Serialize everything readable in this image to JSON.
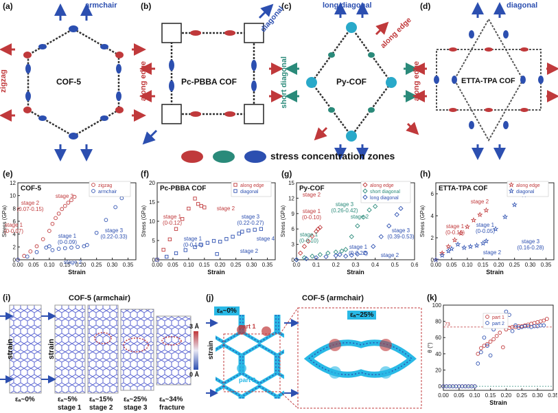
{
  "panels": {
    "a": {
      "tag": "(a)",
      "name": "COF-5",
      "dir1": "armchair",
      "dir2": "zigzag"
    },
    "b": {
      "tag": "(b)",
      "name": "Pc-PBBA COF",
      "dir1": "diagonal",
      "dir2": "along edge"
    },
    "c": {
      "tag": "(c)",
      "name": "Py-COF",
      "dir1": "long diagonal",
      "dir2": "along edge",
      "dir3": "short diagonal"
    },
    "d": {
      "tag": "(d)",
      "name": "ETTA-TPA COF",
      "dir1": "diagonal",
      "dir2": "along edge"
    }
  },
  "zones": {
    "label": "stress concentration zones",
    "colors": [
      "#c0393b",
      "#2a8a7a",
      "#2c4fb0"
    ]
  },
  "colors": {
    "red": "#c0393b",
    "teal": "#2a8a7a",
    "blue": "#2c4fb0",
    "cyan": "#29b9e6"
  },
  "chart_data": [
    {
      "id": "e",
      "tag": "(e)",
      "type": "scatter",
      "title": "COF-5",
      "xlabel": "Strain",
      "ylabel": "Stress (GPa)",
      "xlim": [
        0,
        0.375
      ],
      "ylim": [
        0,
        12
      ],
      "xticks": [
        "0.00",
        "0.05",
        "0.10",
        "0.15",
        "0.20",
        "0.25",
        "0.30",
        "0.35"
      ],
      "yticks": [
        "0",
        "2",
        "4",
        "6",
        "8",
        "10",
        "12"
      ],
      "series": [
        {
          "name": "zigzag",
          "color": "#c0393b",
          "marker": "circle",
          "x": [
            0,
            0.02,
            0.04,
            0.06,
            0.08,
            0.1,
            0.11,
            0.12,
            0.13,
            0.14,
            0.15,
            0.16,
            0.17,
            0.18
          ],
          "y": [
            0,
            0.6,
            1.3,
            2.1,
            3.2,
            4.5,
            5.6,
            6.5,
            7.2,
            7.9,
            8.4,
            8.9,
            9.3,
            9.8
          ]
        },
        {
          "name": "armchair",
          "color": "#2c4fb0",
          "marker": "circle",
          "x": [
            0,
            0.03,
            0.06,
            0.09,
            0.1,
            0.11,
            0.13,
            0.15,
            0.17,
            0.19,
            0.21,
            0.22,
            0.25,
            0.28,
            0.31,
            0.33,
            0.345
          ],
          "y": [
            0,
            0.5,
            1.2,
            1.9,
            2.1,
            1.5,
            1.7,
            1.8,
            1.9,
            2.0,
            2.1,
            2.3,
            4.2,
            6.2,
            8.2,
            9.6,
            10.4
          ]
        }
      ],
      "annotations": [
        {
          "text": "stage 1",
          "sub": "(0-0.07)",
          "color": "#c0393b"
        },
        {
          "text": "stage 2",
          "sub": "(0.07-0.15)",
          "color": "#c0393b"
        },
        {
          "text": "stage 3",
          "sub": "",
          "color": "#c0393b"
        },
        {
          "text": "stage 1",
          "sub": "(0-0.09)",
          "color": "#2c4fb0"
        },
        {
          "text": "stage 2",
          "sub": "",
          "color": "#2c4fb0"
        },
        {
          "text": "stage 3",
          "sub": "(0.22-0.33)",
          "color": "#2c4fb0"
        }
      ]
    },
    {
      "id": "f",
      "tag": "(f)",
      "type": "scatter",
      "title": "Pc-PBBA COF",
      "xlabel": "Strain",
      "ylabel": "Stress (GPa)",
      "xlim": [
        0,
        0.375
      ],
      "ylim": [
        0,
        20
      ],
      "xticks": [
        "0.00",
        "0.05",
        "0.10",
        "0.15",
        "0.20",
        "0.25",
        "0.30",
        "0.35"
      ],
      "yticks": [
        "0",
        "5",
        "10",
        "15",
        "20"
      ],
      "series": [
        {
          "name": "along edge",
          "color": "#c0393b",
          "marker": "square",
          "x": [
            0,
            0.02,
            0.04,
            0.06,
            0.08,
            0.1,
            0.12,
            0.13,
            0.14,
            0.15
          ],
          "y": [
            0,
            2.6,
            5.3,
            8.0,
            10.6,
            13.3,
            15.9,
            14.5,
            14.0,
            13.6
          ]
        },
        {
          "name": "diagonal",
          "color": "#2c4fb0",
          "marker": "square",
          "x": [
            0,
            0.03,
            0.06,
            0.09,
            0.12,
            0.14,
            0.16,
            0.18,
            0.19,
            0.2,
            0.22,
            0.24,
            0.26,
            0.27,
            0.29,
            0.31,
            0.33
          ],
          "y": [
            0,
            0.8,
            1.7,
            2.5,
            3.3,
            3.9,
            4.4,
            4.9,
            1.5,
            4.7,
            5.4,
            6.0,
            6.8,
            7.3,
            7.6,
            7.8,
            8.0
          ]
        }
      ],
      "annotations": [
        {
          "text": "stage 1",
          "sub": "(0-0.12)",
          "color": "#c0393b"
        },
        {
          "text": "stage 2",
          "sub": "",
          "color": "#c0393b"
        },
        {
          "text": "stage 1",
          "sub": "(0-0.14)",
          "color": "#2c4fb0"
        },
        {
          "text": "stage 3",
          "sub": "(0.22-0.27)",
          "color": "#2c4fb0"
        },
        {
          "text": "stage 2",
          "sub": "",
          "color": "#2c4fb0"
        },
        {
          "text": "stage 4",
          "sub": "",
          "color": "#2c4fb0"
        }
      ]
    },
    {
      "id": "g",
      "tag": "(g)",
      "type": "scatter",
      "title": "Py-COF",
      "xlabel": "Strain",
      "ylabel": "Stress (GPa)",
      "xlim": [
        0,
        0.6
      ],
      "ylim": [
        0,
        15
      ],
      "xticks": [
        "0.0",
        "0.1",
        "0.2",
        "0.3",
        "0.4",
        "0.5",
        "0.6"
      ],
      "yticks": [
        "0",
        "3",
        "6",
        "9",
        "12",
        "15"
      ],
      "series": [
        {
          "name": "along edge",
          "color": "#c0393b",
          "marker": "diamond",
          "x": [
            0,
            0.02,
            0.04,
            0.06,
            0.08,
            0.1,
            0.11,
            0.12
          ],
          "y": [
            0,
            1.3,
            2.6,
            3.6,
            4.6,
            5.5,
            6.0,
            6.3
          ]
        },
        {
          "name": "short diagonal",
          "color": "#2a8a7a",
          "marker": "diamond",
          "x": [
            0,
            0.04,
            0.08,
            0.12,
            0.16,
            0.2,
            0.23,
            0.25,
            0.28,
            0.31,
            0.34,
            0.37,
            0.4
          ],
          "y": [
            0,
            0.4,
            0.7,
            1.0,
            1.3,
            1.5,
            1.7,
            2.0,
            4.5,
            6.6,
            8.3,
            9.7,
            10.4
          ]
        },
        {
          "name": "long diagonal",
          "color": "#2c4fb0",
          "marker": "diamond",
          "x": [
            0,
            0.05,
            0.1,
            0.15,
            0.2,
            0.22,
            0.25,
            0.28,
            0.31,
            0.35,
            0.39,
            0.43,
            0.47,
            0.51,
            0.53
          ],
          "y": [
            0,
            0.2,
            0.4,
            0.6,
            0.8,
            1.0,
            0.7,
            0.9,
            1.1,
            1.3,
            2.6,
            4.5,
            6.6,
            8.8,
            10.0
          ]
        }
      ],
      "annotations": [
        {
          "text": "stage 2",
          "sub": "",
          "color": "#c0393b"
        },
        {
          "text": "stage 1",
          "sub": "(0-0.10)",
          "color": "#c0393b"
        },
        {
          "text": "stage 3",
          "sub": "(0.26-0.42)",
          "color": "#2a8a7a"
        },
        {
          "text": "stage 1",
          "sub": "(0-0.10)",
          "color": "#2a8a7a"
        },
        {
          "text": "stage 2",
          "sub": "",
          "color": "#2a8a7a"
        },
        {
          "text": "stage 1",
          "sub": "(0-0.22)",
          "color": "#2c4fb0"
        },
        {
          "text": "stage 2",
          "sub": "",
          "color": "#2c4fb0"
        },
        {
          "text": "stage 3",
          "sub": "(0.39-0.53)",
          "color": "#2c4fb0"
        }
      ]
    },
    {
      "id": "h",
      "tag": "(h)",
      "type": "scatter",
      "title": "ETTA-TPA COF",
      "xlabel": "Strain",
      "ylabel": "Stress (GPa)",
      "xlim": [
        0,
        0.375
      ],
      "ylim": [
        0,
        7
      ],
      "xticks": [
        "0.00",
        "0.05",
        "0.10",
        "0.15",
        "0.20",
        "0.25",
        "0.30",
        "0.35"
      ],
      "yticks": [
        "0",
        "2",
        "4",
        "6"
      ],
      "series": [
        {
          "name": "along edge",
          "color": "#c0393b",
          "marker": "star",
          "x": [
            0,
            0.02,
            0.04,
            0.06,
            0.08,
            0.1,
            0.12,
            0.14,
            0.16
          ],
          "y": [
            0,
            0.6,
            1.2,
            1.8,
            2.4,
            3.0,
            3.6,
            4.1,
            4.5
          ]
        },
        {
          "name": "diagonal",
          "color": "#2c4fb0",
          "marker": "star",
          "x": [
            0,
            0.02,
            0.04,
            0.05,
            0.07,
            0.09,
            0.11,
            0.13,
            0.15,
            0.16,
            0.19,
            0.22,
            0.25,
            0.28,
            0.29
          ],
          "y": [
            0,
            0.4,
            0.8,
            1.0,
            1.4,
            1.1,
            1.2,
            1.3,
            1.5,
            1.7,
            2.8,
            3.9,
            5.0,
            5.9,
            6.1
          ]
        }
      ],
      "annotations": [
        {
          "text": "stage 2",
          "sub": "",
          "color": "#c0393b"
        },
        {
          "text": "stage 1",
          "sub": "(0-0.10)",
          "color": "#c0393b"
        },
        {
          "text": "stage 1",
          "sub": "(0-0.05)",
          "color": "#2c4fb0"
        },
        {
          "text": "stage 2",
          "sub": "",
          "color": "#2c4fb0"
        },
        {
          "text": "stage 3",
          "sub": "(0.16-0.28)",
          "color": "#2c4fb0"
        }
      ]
    },
    {
      "id": "k",
      "tag": "(k)",
      "type": "scatter",
      "title": "",
      "xlabel": "Strain",
      "ylabel": "θ (°)",
      "xlim": [
        0,
        0.35
      ],
      "ylim": [
        -5,
        100
      ],
      "xticks": [
        "0.00",
        "0.05",
        "0.10",
        "0.15",
        "0.20",
        "0.25",
        "0.30",
        "0.35"
      ],
      "yticks": [
        "0",
        "20",
        "40",
        "60",
        "80",
        "100"
      ],
      "refline": {
        "y": 73,
        "label": "73"
      },
      "series": [
        {
          "name": "part 1",
          "color": "#c0393b",
          "marker": "circle",
          "x": [
            0,
            0.01,
            0.02,
            0.03,
            0.04,
            0.05,
            0.06,
            0.07,
            0.08,
            0.09,
            0.1,
            0.11,
            0.12,
            0.13,
            0.14,
            0.15,
            0.16,
            0.17,
            0.18,
            0.19,
            0.2,
            0.21,
            0.22,
            0.23,
            0.24,
            0.25,
            0.26,
            0.27,
            0.28,
            0.29,
            0.3,
            0.31,
            0.32,
            0.33
          ],
          "y": [
            0,
            0,
            0,
            0,
            0,
            0,
            0,
            0,
            0,
            0,
            0,
            40,
            47,
            50,
            52,
            55,
            58,
            62,
            66,
            48,
            70,
            72,
            73,
            73,
            74,
            74,
            75,
            76,
            77,
            78,
            79,
            80,
            81,
            83
          ]
        },
        {
          "name": "part 2",
          "color": "#2c4fb0",
          "marker": "circle",
          "x": [
            0,
            0.01,
            0.02,
            0.03,
            0.04,
            0.05,
            0.06,
            0.07,
            0.08,
            0.09,
            0.1,
            0.11,
            0.12,
            0.13,
            0.14,
            0.15,
            0.16,
            0.17,
            0.18,
            0.19,
            0.2,
            0.21,
            0.22,
            0.23,
            0.24,
            0.25,
            0.26,
            0.27,
            0.28,
            0.29,
            0.3,
            0.31,
            0.32
          ],
          "y": [
            0,
            0,
            0,
            0,
            0,
            0,
            0,
            0,
            0,
            0,
            0,
            28,
            42,
            60,
            50,
            38,
            70,
            74,
            78,
            84,
            92,
            88,
            68,
            75,
            72,
            73,
            74,
            74,
            73,
            74,
            74,
            75,
            75
          ]
        }
      ]
    }
  ],
  "panel_i": {
    "tag": "(i)",
    "title": "COF-5 (armchair)",
    "axis": "strain",
    "frames": [
      {
        "strain": "εₐ~0%",
        "stage": ""
      },
      {
        "strain": "εₐ~5%",
        "stage": "stage 1"
      },
      {
        "strain": "εₐ~15%",
        "stage": "stage 2"
      },
      {
        "strain": "εₐ~25%",
        "stage": "stage 3"
      },
      {
        "strain": "εₐ~34%",
        "stage": "fracture"
      }
    ],
    "colorbar": {
      "max": "3 Å",
      "min": "0 Å"
    }
  },
  "panel_j": {
    "tag": "(j)",
    "title": "COF-5 (armchair)",
    "strain_left": "εₐ~0%",
    "strain_right": "εₐ~25%",
    "part1": "part 1",
    "part2": "part 2",
    "axis": "strain"
  }
}
